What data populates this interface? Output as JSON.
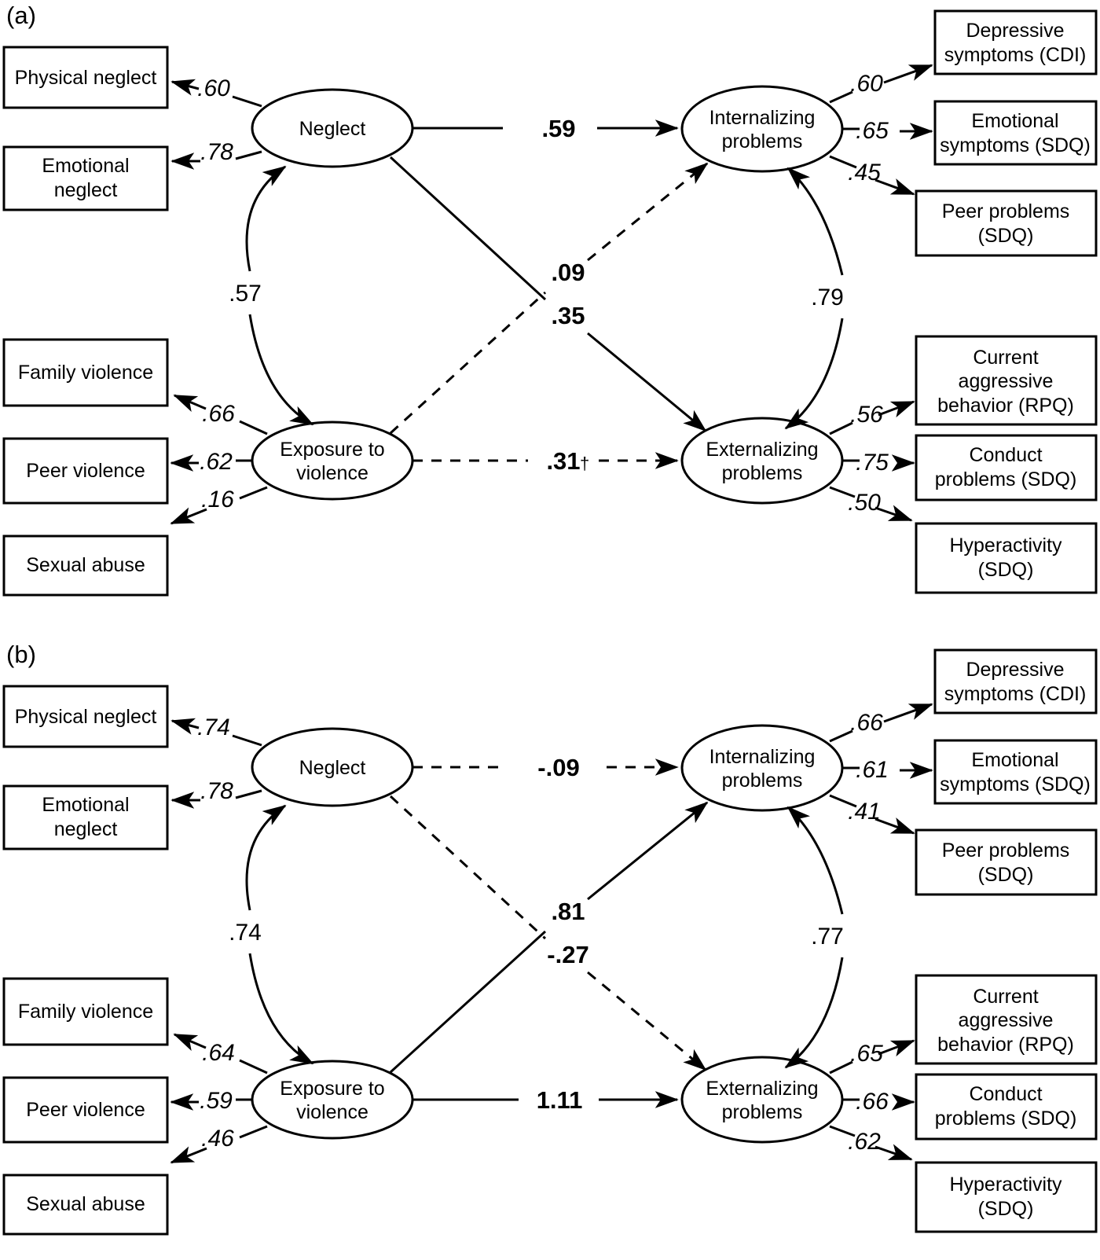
{
  "figure": {
    "type": "path-diagram",
    "description": "Structural equation model path diagrams, panels (a) and (b)",
    "panels": [
      {
        "id": "a",
        "label": "(a)",
        "latent_variables": [
          {
            "name": "neglect",
            "label_line1": "Neglect",
            "label_line2": ""
          },
          {
            "name": "exposure-to-violence",
            "label_line1": "Exposure to",
            "label_line2": "violence"
          },
          {
            "name": "internalizing-problems",
            "label_line1": "Internalizing",
            "label_line2": "problems"
          },
          {
            "name": "externalizing-problems",
            "label_line1": "Externalizing",
            "label_line2": "problems"
          }
        ],
        "indicators": [
          {
            "name": "physical-neglect",
            "line1": "Physical neglect",
            "line2": "",
            "loading": ".60"
          },
          {
            "name": "emotional-neglect",
            "line1": "Emotional",
            "line2": "neglect",
            "loading": ".78"
          },
          {
            "name": "family-violence",
            "line1": "Family violence",
            "line2": "",
            "loading": ".66"
          },
          {
            "name": "peer-violence",
            "line1": "Peer violence",
            "line2": "",
            "loading": ".62"
          },
          {
            "name": "sexual-abuse",
            "line1": "Sexual abuse",
            "line2": "",
            "loading": ".16"
          },
          {
            "name": "depressive-symptoms-cdi",
            "line1": "Depressive",
            "line2": "symptoms (CDI)",
            "loading": ".60"
          },
          {
            "name": "emotional-symptoms-sdq",
            "line1": "Emotional",
            "line2": "symptoms (SDQ)",
            "loading": ".65"
          },
          {
            "name": "peer-problems-sdq",
            "line1": "Peer problems",
            "line2": "(SDQ)",
            "loading": ".45"
          },
          {
            "name": "current-aggressive-behavior-rpq",
            "line1": "Current",
            "line2": "aggressive",
            "line3": "behavior (RPQ)",
            "loading": ".56"
          },
          {
            "name": "conduct-problems-sdq",
            "line1": "Conduct",
            "line2": "problems (SDQ)",
            "loading": ".75"
          },
          {
            "name": "hyperactivity-sdq",
            "line1": "Hyperactivity",
            "line2": "(SDQ)",
            "loading": ".50"
          }
        ],
        "structural_paths": [
          {
            "name": "neglect-to-internalizing",
            "value": ".59",
            "style": "solid",
            "marker": ""
          },
          {
            "name": "exposure-to-internalizing",
            "value": ".09",
            "style": "dashed",
            "marker": ""
          },
          {
            "name": "neglect-to-externalizing",
            "value": ".35",
            "style": "solid",
            "marker": ""
          },
          {
            "name": "exposure-to-externalizing",
            "value": ".31",
            "style": "dashed",
            "marker": "†"
          }
        ],
        "correlations": [
          {
            "name": "neglect-exposure-correlation",
            "value": ".57"
          },
          {
            "name": "internalizing-externalizing-correlation",
            "value": ".79"
          }
        ]
      },
      {
        "id": "b",
        "label": "(b)",
        "latent_variables": [
          {
            "name": "neglect",
            "label_line1": "Neglect",
            "label_line2": ""
          },
          {
            "name": "exposure-to-violence",
            "label_line1": "Exposure to",
            "label_line2": "violence"
          },
          {
            "name": "internalizing-problems",
            "label_line1": "Internalizing",
            "label_line2": "problems"
          },
          {
            "name": "externalizing-problems",
            "label_line1": "Externalizing",
            "label_line2": "problems"
          }
        ],
        "indicators": [
          {
            "name": "physical-neglect",
            "line1": "Physical neglect",
            "line2": "",
            "loading": ".74"
          },
          {
            "name": "emotional-neglect",
            "line1": "Emotional",
            "line2": "neglect",
            "loading": ".78"
          },
          {
            "name": "family-violence",
            "line1": "Family violence",
            "line2": "",
            "loading": ".64"
          },
          {
            "name": "peer-violence",
            "line1": "Peer violence",
            "line2": "",
            "loading": ".59"
          },
          {
            "name": "sexual-abuse",
            "line1": "Sexual abuse",
            "line2": "",
            "loading": ".46"
          },
          {
            "name": "depressive-symptoms-cdi",
            "line1": "Depressive",
            "line2": "symptoms (CDI)",
            "loading": ".66"
          },
          {
            "name": "emotional-symptoms-sdq",
            "line1": "Emotional",
            "line2": "symptoms (SDQ)",
            "loading": ".61"
          },
          {
            "name": "peer-problems-sdq",
            "line1": "Peer problems",
            "line2": "(SDQ)",
            "loading": ".41"
          },
          {
            "name": "current-aggressive-behavior-rpq",
            "line1": "Current",
            "line2": "aggressive",
            "line3": "behavior (RPQ)",
            "loading": ".65"
          },
          {
            "name": "conduct-problems-sdq",
            "line1": "Conduct",
            "line2": "problems (SDQ)",
            "loading": ".66"
          },
          {
            "name": "hyperactivity-sdq",
            "line1": "Hyperactivity",
            "line2": "(SDQ)",
            "loading": ".62"
          }
        ],
        "structural_paths": [
          {
            "name": "neglect-to-internalizing",
            "value": "-.09",
            "style": "dashed",
            "marker": ""
          },
          {
            "name": "exposure-to-internalizing",
            "value": ".81",
            "style": "solid",
            "marker": ""
          },
          {
            "name": "neglect-to-externalizing",
            "value": "-.27",
            "style": "dashed",
            "marker": ""
          },
          {
            "name": "exposure-to-externalizing",
            "value": "1.11",
            "style": "solid",
            "marker": ""
          }
        ],
        "correlations": [
          {
            "name": "neglect-exposure-correlation",
            "value": ".74"
          },
          {
            "name": "internalizing-externalizing-correlation",
            "value": ".77"
          }
        ]
      }
    ],
    "colors": {
      "stroke": "#000000",
      "fill": "#ffffff"
    }
  }
}
